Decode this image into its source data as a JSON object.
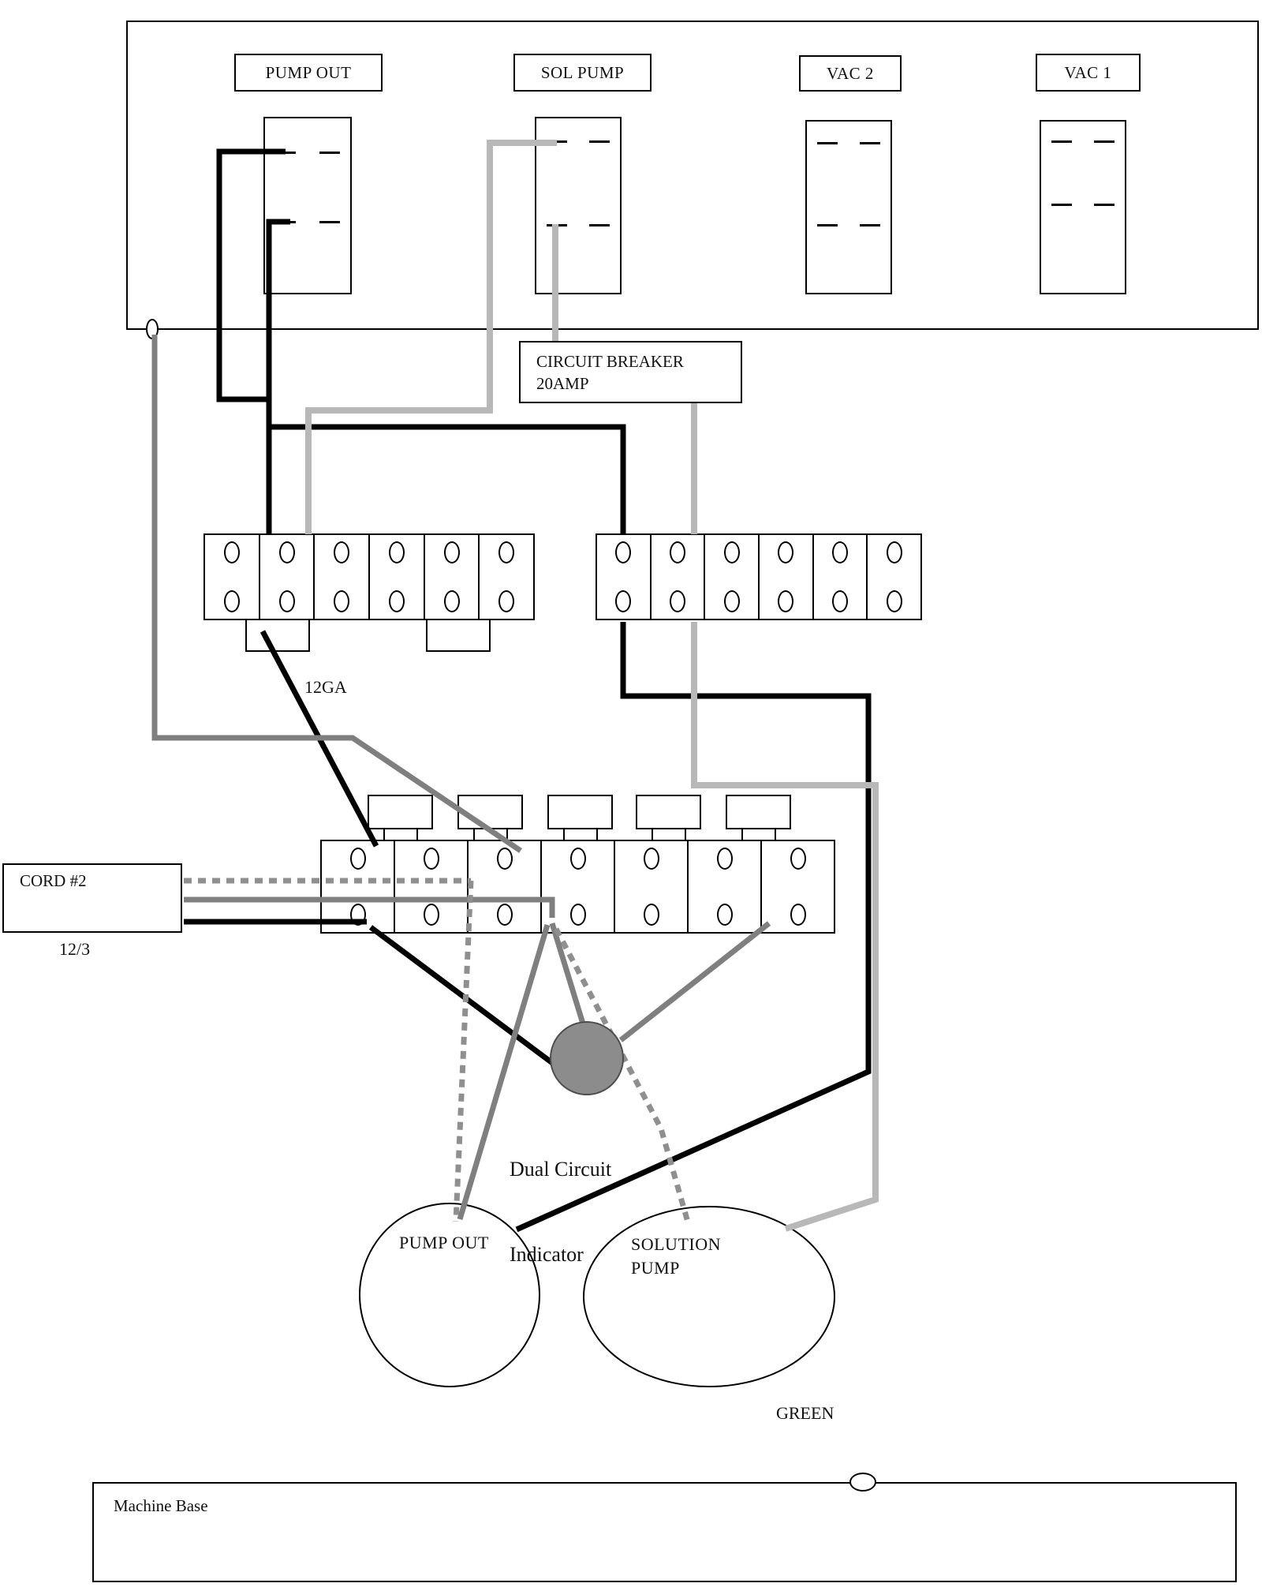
{
  "colors": {
    "black_wire": "#000000",
    "gray_wire": "#7f7f7f",
    "light_gray_wire": "#b8b8b8",
    "dashed_gray_wire": "#8f8f8f",
    "indicator_fill": "#8c8c8c"
  },
  "panel": {
    "switch_labels": [
      "PUMP OUT",
      "SOL PUMP",
      "VAC 2",
      "VAC 1"
    ]
  },
  "breaker": {
    "line1": "CIRCUIT BREAKER",
    "line2": "20AMP"
  },
  "wire_labels": {
    "gauge": "12GA",
    "cord_name": "CORD #2",
    "cord_spec": "12/3",
    "ground": "GREEN"
  },
  "indicator": {
    "line1": "Dual Circuit",
    "line2": "Indicator"
  },
  "motors": {
    "pump_out": "PUMP OUT",
    "solution_line1": "SOLUTION",
    "solution_line2": "PUMP"
  },
  "base": {
    "label": "Machine Base"
  }
}
